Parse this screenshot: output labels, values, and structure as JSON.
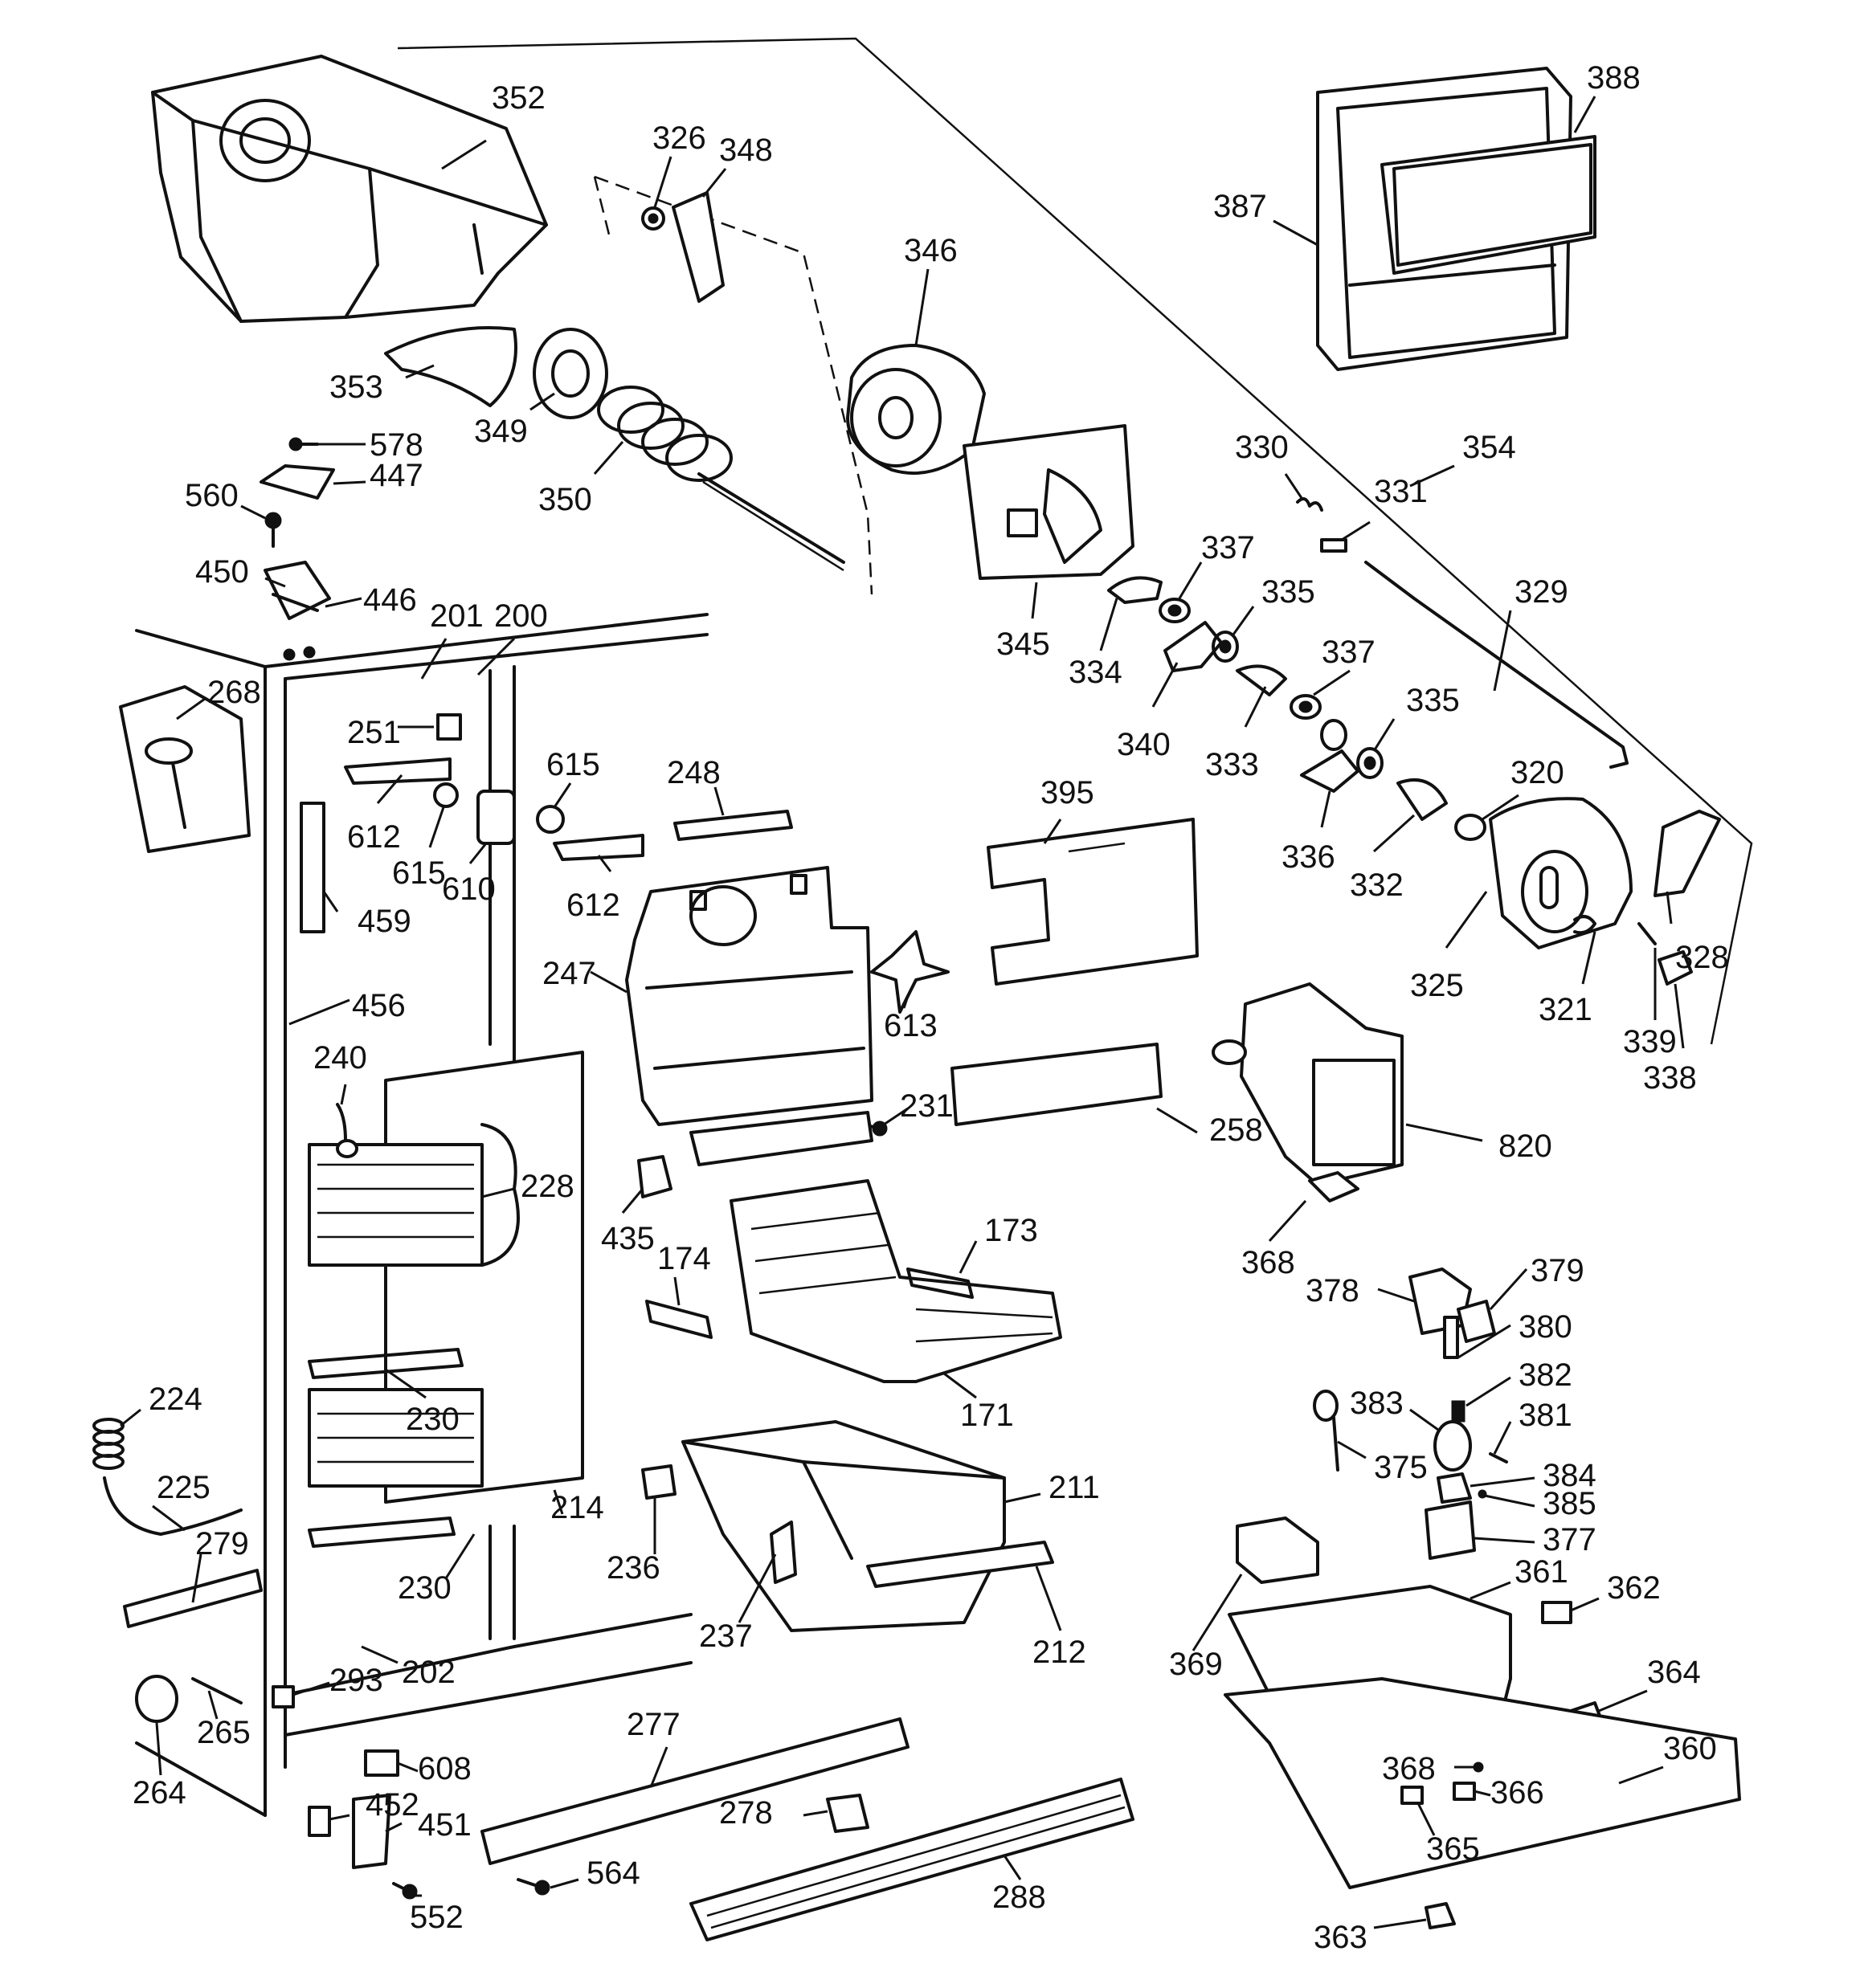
{
  "diagram": {
    "stroke_color": "#111111",
    "background": "#ffffff",
    "callouts": [
      {
        "id": "c352",
        "label": "352"
      },
      {
        "id": "c326",
        "label": "326"
      },
      {
        "id": "c348",
        "label": "348"
      },
      {
        "id": "c346",
        "label": "346"
      },
      {
        "id": "c388",
        "label": "388"
      },
      {
        "id": "c387",
        "label": "387"
      },
      {
        "id": "c353",
        "label": "353"
      },
      {
        "id": "c349",
        "label": "349"
      },
      {
        "id": "c350",
        "label": "350"
      },
      {
        "id": "c578",
        "label": "578"
      },
      {
        "id": "c447",
        "label": "447"
      },
      {
        "id": "c560",
        "label": "560"
      },
      {
        "id": "c450",
        "label": "450"
      },
      {
        "id": "c446",
        "label": "446"
      },
      {
        "id": "c330",
        "label": "330"
      },
      {
        "id": "c354",
        "label": "354"
      },
      {
        "id": "c331",
        "label": "331"
      },
      {
        "id": "c337a",
        "label": "337"
      },
      {
        "id": "c335a",
        "label": "335"
      },
      {
        "id": "c329",
        "label": "329"
      },
      {
        "id": "c345",
        "label": "345"
      },
      {
        "id": "c334",
        "label": "334"
      },
      {
        "id": "c340",
        "label": "340"
      },
      {
        "id": "c333",
        "label": "333"
      },
      {
        "id": "c337b",
        "label": "337"
      },
      {
        "id": "c335b",
        "label": "335"
      },
      {
        "id": "c320",
        "label": "320"
      },
      {
        "id": "c336",
        "label": "336"
      },
      {
        "id": "c332",
        "label": "332"
      },
      {
        "id": "c201",
        "label": "201"
      },
      {
        "id": "c200",
        "label": "200"
      },
      {
        "id": "c268",
        "label": "268"
      },
      {
        "id": "c251",
        "label": "251"
      },
      {
        "id": "c615a",
        "label": "615"
      },
      {
        "id": "c248",
        "label": "248"
      },
      {
        "id": "c612a",
        "label": "612"
      },
      {
        "id": "c615b",
        "label": "615"
      },
      {
        "id": "c610",
        "label": "610"
      },
      {
        "id": "c612b",
        "label": "612"
      },
      {
        "id": "c459",
        "label": "459"
      },
      {
        "id": "c395",
        "label": "395"
      },
      {
        "id": "c247",
        "label": "247"
      },
      {
        "id": "c613",
        "label": "613"
      },
      {
        "id": "c328",
        "label": "328"
      },
      {
        "id": "c325",
        "label": "325"
      },
      {
        "id": "c321",
        "label": "321"
      },
      {
        "id": "c339",
        "label": "339"
      },
      {
        "id": "c338",
        "label": "338"
      },
      {
        "id": "c456",
        "label": "456"
      },
      {
        "id": "c240",
        "label": "240"
      },
      {
        "id": "c231",
        "label": "231"
      },
      {
        "id": "c258",
        "label": "258"
      },
      {
        "id": "c820",
        "label": "820"
      },
      {
        "id": "c228",
        "label": "228"
      },
      {
        "id": "c435",
        "label": "435"
      },
      {
        "id": "c173",
        "label": "173"
      },
      {
        "id": "c174",
        "label": "174"
      },
      {
        "id": "c368a",
        "label": "368"
      },
      {
        "id": "c379",
        "label": "379"
      },
      {
        "id": "c378",
        "label": "378"
      },
      {
        "id": "c380",
        "label": "380"
      },
      {
        "id": "c382",
        "label": "382"
      },
      {
        "id": "c383",
        "label": "383"
      },
      {
        "id": "c381",
        "label": "381"
      },
      {
        "id": "c224",
        "label": "224"
      },
      {
        "id": "c230a",
        "label": "230"
      },
      {
        "id": "c171",
        "label": "171"
      },
      {
        "id": "c375",
        "label": "375"
      },
      {
        "id": "c225",
        "label": "225"
      },
      {
        "id": "c211",
        "label": "211"
      },
      {
        "id": "c384",
        "label": "384"
      },
      {
        "id": "c385",
        "label": "385"
      },
      {
        "id": "c214",
        "label": "214"
      },
      {
        "id": "c279",
        "label": "279"
      },
      {
        "id": "c236",
        "label": "236"
      },
      {
        "id": "c377",
        "label": "377"
      },
      {
        "id": "c361",
        "label": "361"
      },
      {
        "id": "c230b",
        "label": "230"
      },
      {
        "id": "c362",
        "label": "362"
      },
      {
        "id": "c237",
        "label": "237"
      },
      {
        "id": "c212",
        "label": "212"
      },
      {
        "id": "c369",
        "label": "369"
      },
      {
        "id": "c293",
        "label": "293"
      },
      {
        "id": "c202",
        "label": "202"
      },
      {
        "id": "c364",
        "label": "364"
      },
      {
        "id": "c265",
        "label": "265"
      },
      {
        "id": "c277",
        "label": "277"
      },
      {
        "id": "c360",
        "label": "360"
      },
      {
        "id": "c608",
        "label": "608"
      },
      {
        "id": "c264",
        "label": "264"
      },
      {
        "id": "c368b",
        "label": "368"
      },
      {
        "id": "c452",
        "label": "452"
      },
      {
        "id": "c366",
        "label": "366"
      },
      {
        "id": "c278",
        "label": "278"
      },
      {
        "id": "c451",
        "label": "451"
      },
      {
        "id": "c365",
        "label": "365"
      },
      {
        "id": "c564",
        "label": "564"
      },
      {
        "id": "c288",
        "label": "288"
      },
      {
        "id": "c552",
        "label": "552"
      },
      {
        "id": "c363",
        "label": "363"
      }
    ]
  }
}
